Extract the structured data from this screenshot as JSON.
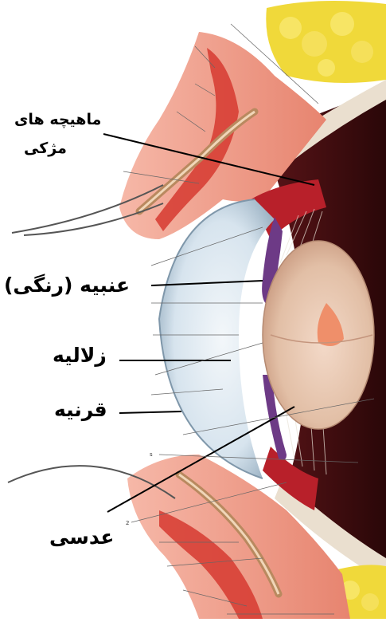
{
  "labels": {
    "ciliary_line1": "ماهیچه های",
    "ciliary_line2": "مژکی",
    "iris": "عنبیه (رنگی)",
    "aqueous": "زلالیه",
    "cornea": "قرنیه",
    "lens": "عدسی"
  },
  "ticks": {
    "s": "s",
    "two": "2"
  },
  "colors": {
    "fat": "#f1dd3c",
    "eyelid": "#f0a090",
    "muscle": "#d8342b",
    "cornea": "#dde9f2",
    "choroid": "#4a0f12",
    "lens": "#e9c7b0",
    "iris": "#6d3a86"
  }
}
